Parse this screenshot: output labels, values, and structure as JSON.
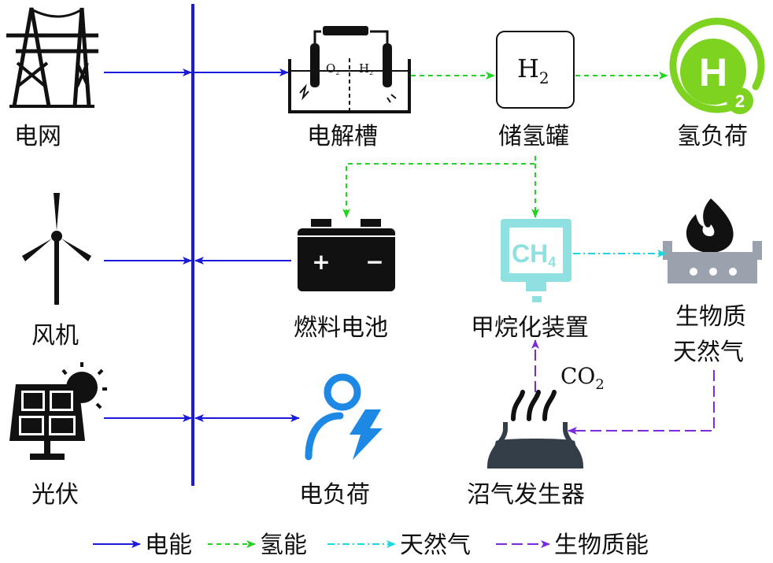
{
  "nodes": {
    "grid": "电网",
    "wind": "风机",
    "pv": "光伏",
    "electrolyzer": "电解槽",
    "electrolyzer_o2": "O",
    "electrolyzer_o2_sub": "2",
    "electrolyzer_h2": "H",
    "electrolyzer_h2_sub": "2",
    "tank": "储氢罐",
    "tank_symbol": "H",
    "tank_symbol_sub": "2",
    "h2_load": "氢负荷",
    "h2_load_letter": "H",
    "h2_load_badge": "2",
    "fuel_cell": "燃料电池",
    "fuel_cell_plus": "+",
    "fuel_cell_minus": "−",
    "methanation": "甲烷化装置",
    "methanation_symbol": "CH",
    "methanation_symbol_sub": "4",
    "biogas": "生物质",
    "biogas2": "天然气",
    "elec_load": "电负荷",
    "digester": "沼气发生器",
    "co2": "CO",
    "co2_sub": "2"
  },
  "legend": {
    "electricity": "电能",
    "hydrogen": "氢能",
    "natural_gas": "天然气",
    "biomass": "生物质能"
  },
  "colors": {
    "electricity": "#1a1adb",
    "hydrogen": "#22d422",
    "natural_gas": "#18d8e0",
    "biomass": "#7a2adb",
    "h2_green": "#7ed321",
    "ch4_teal": "#8fe0e0",
    "gas_grey": "#9aa3ad",
    "person_blue": "#1e88e5"
  }
}
